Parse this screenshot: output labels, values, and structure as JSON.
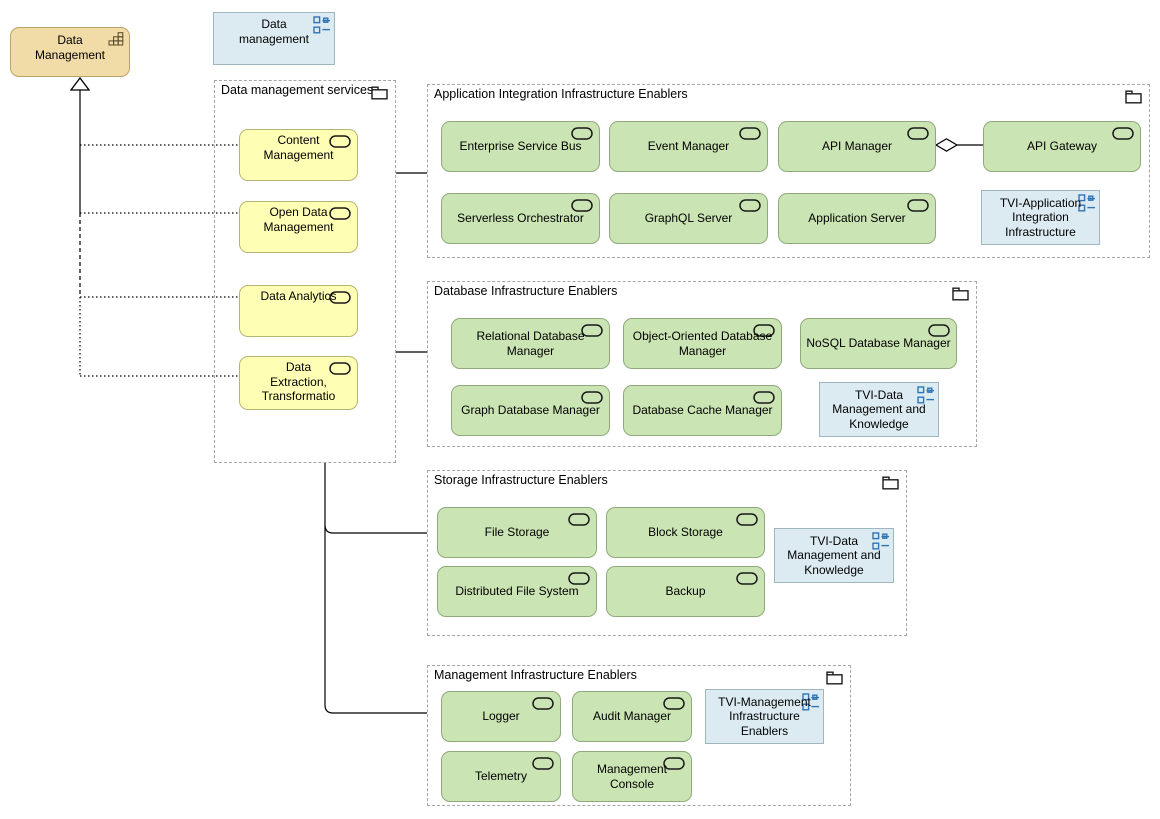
{
  "colors": {
    "capability_fill": "#f1dba6",
    "capability_border": "#bda269",
    "service_fill": "#feffb5",
    "service_border": "#b5b573",
    "node_fill": "#cbe4b3",
    "node_border": "#90a97c",
    "view_ref_fill": "#dcebf1",
    "view_ref_border": "#9fb6bf",
    "group_border": "#a6a6a6",
    "connector": "#000000",
    "icon_blue": "#2e75b6"
  },
  "capability": {
    "label": "Data\nManagement"
  },
  "top_view_ref": {
    "label": "Data\nmanagement"
  },
  "services": {
    "title": "Data management services",
    "items": [
      "Content\nManagement",
      "Open Data\nManagement",
      "Data Analytics",
      "Data\nExtraction,\nTransformatio"
    ]
  },
  "app_group": {
    "title": "Application Integration Infrastructure Enablers",
    "row1": [
      "Enterprise Service Bus",
      "Event Manager",
      "API Manager",
      "API Gateway"
    ],
    "row2": [
      "Serverless Orchestrator",
      "GraphQL Server",
      "Application Server"
    ],
    "view_ref": "TVI-Application\nIntegration\nInfrastructure"
  },
  "db_group": {
    "title": "Database Infrastructure Enablers",
    "row1": [
      "Relational Database\nManager",
      "Object-Oriented Database\nManager",
      "NoSQL Database Manager"
    ],
    "row2": [
      "Graph Database Manager",
      "Database Cache Manager"
    ],
    "view_ref": "TVI-Data\nManagement and\nKnowledge"
  },
  "storage_group": {
    "title": "Storage Infrastructure Enablers",
    "row1": [
      "File Storage",
      "Block Storage"
    ],
    "row2": [
      "Distributed File System",
      "Backup"
    ],
    "view_ref": "TVI-Data\nManagement and\nKnowledge"
  },
  "mgmt_group": {
    "title": "Management Infrastructure Enablers",
    "row1": [
      "Logger",
      "Audit Manager"
    ],
    "row2": [
      "Telemetry",
      "Management\nConsole"
    ],
    "view_ref": "TVI-Management\nInfrastructure\nEnablers"
  }
}
